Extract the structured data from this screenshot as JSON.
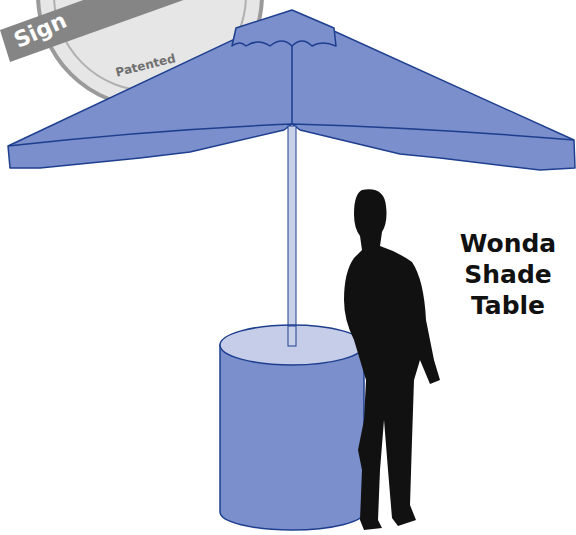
{
  "diagram": {
    "labels": [
      "Sign",
      "Patented",
      "Wonda Shade Table"
    ]
  }
}
